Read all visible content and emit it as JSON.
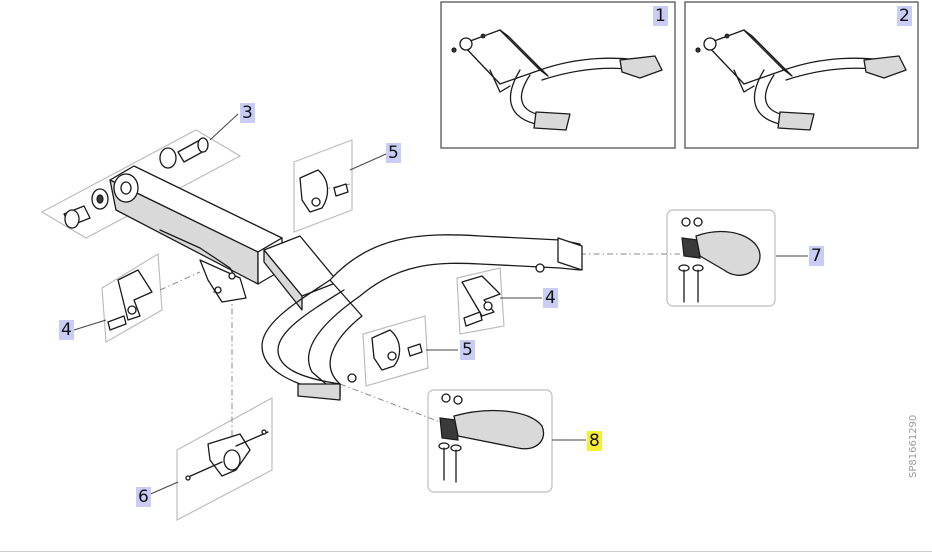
{
  "callouts": {
    "c1": "1",
    "c2": "2",
    "c3": "3",
    "c4a": "4",
    "c4b": "4",
    "c5a": "5",
    "c5b": "5",
    "c6": "6",
    "c7": "7",
    "c8": "8"
  },
  "doc_ref": "SP81661290",
  "colors": {
    "callout_bg": "#c9cdf5",
    "highlight_bg": "#f5ef3a",
    "line": "#1a1a1a",
    "frame": "#bdbdbd"
  }
}
